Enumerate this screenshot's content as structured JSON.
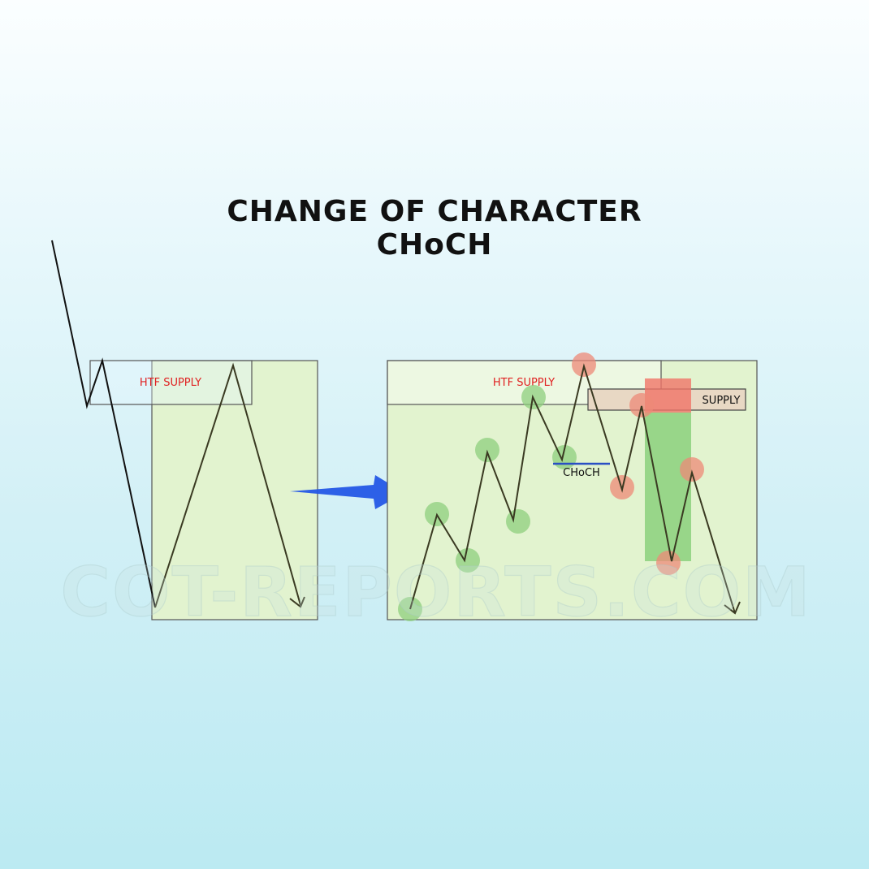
{
  "title": {
    "line1": "CHANGE OF CHARACTER",
    "line2": "CHoCH"
  },
  "left_panel": {
    "zone_label": "HTF SUPPLY",
    "zone_label_color": "#e02020"
  },
  "right_panel": {
    "zone_label": "HTF SUPPLY",
    "zone_label_color": "#e02020",
    "supply_label": "SUPPLY",
    "choch_label": "CHoCH",
    "choch_line_color": "#2a4fc4"
  },
  "arrow": {
    "color": "#2457e6"
  },
  "watermark": "COT-REPORTS.COM",
  "colors": {
    "panel_fill": "#e2f3cf",
    "htf_zone_fill": "#eef7e3",
    "supply_fill": "#e8d8c4",
    "green_dot": "#8fcf7e",
    "red_dot": "#ee8a78",
    "green_bar": "#7fcc72",
    "red_bar": "#f07468",
    "line": "#3a3a22"
  }
}
